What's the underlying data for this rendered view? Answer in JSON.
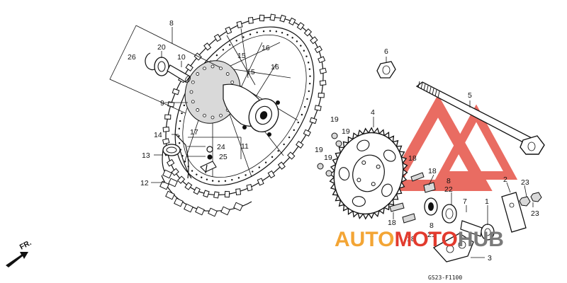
{
  "diagram_code": "GS23-F1100",
  "direction_label": "FR.",
  "watermark": {
    "part1": "AUTO",
    "part2": "MOTO",
    "part3": "HUB",
    "color_orange": "#f3a535",
    "color_red": "#e23b2e",
    "color_grey": "#7a7a7a"
  },
  "callouts": [
    {
      "id": "c8a",
      "text": "8"
    },
    {
      "id": "c20",
      "text": "20"
    },
    {
      "id": "c26",
      "text": "26"
    },
    {
      "id": "c10",
      "text": "10"
    },
    {
      "id": "c15a",
      "text": "15"
    },
    {
      "id": "c16a",
      "text": "16"
    },
    {
      "id": "c15b",
      "text": "15"
    },
    {
      "id": "c16b",
      "text": "16"
    },
    {
      "id": "c9",
      "text": "9"
    },
    {
      "id": "c14",
      "text": "14"
    },
    {
      "id": "c17",
      "text": "17"
    },
    {
      "id": "c24",
      "text": "24"
    },
    {
      "id": "c25",
      "text": "25"
    },
    {
      "id": "c11",
      "text": "11"
    },
    {
      "id": "c13",
      "text": "13"
    },
    {
      "id": "c12",
      "text": "12"
    },
    {
      "id": "c6",
      "text": "6"
    },
    {
      "id": "c5",
      "text": "5"
    },
    {
      "id": "c4",
      "text": "4"
    },
    {
      "id": "c19a",
      "text": "19"
    },
    {
      "id": "c19b",
      "text": "19"
    },
    {
      "id": "c19c",
      "text": "19"
    },
    {
      "id": "c19d",
      "text": "19"
    },
    {
      "id": "c18a",
      "text": "18"
    },
    {
      "id": "c18b",
      "text": "18"
    },
    {
      "id": "c8b",
      "text": "8"
    },
    {
      "id": "c22",
      "text": "22"
    },
    {
      "id": "c2",
      "text": "2"
    },
    {
      "id": "c23a",
      "text": "23"
    },
    {
      "id": "c23b",
      "text": "23"
    },
    {
      "id": "c7",
      "text": "7"
    },
    {
      "id": "c1",
      "text": "1"
    },
    {
      "id": "c18c",
      "text": "18"
    },
    {
      "id": "c8c",
      "text": "8"
    },
    {
      "id": "c21",
      "text": "21"
    },
    {
      "id": "c18d",
      "text": "18"
    },
    {
      "id": "c3",
      "text": "3"
    }
  ]
}
